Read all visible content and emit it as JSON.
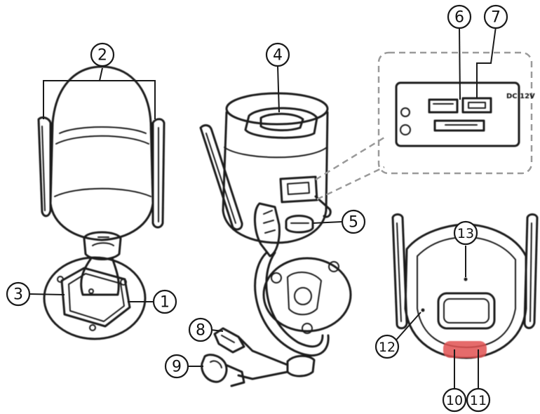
{
  "diagram": {
    "callouts": [
      {
        "id": "c1",
        "label": "1"
      },
      {
        "id": "c2",
        "label": "2"
      },
      {
        "id": "c3",
        "label": "3"
      },
      {
        "id": "c4",
        "label": "4"
      },
      {
        "id": "c5",
        "label": "5"
      },
      {
        "id": "c6",
        "label": "6"
      },
      {
        "id": "c7",
        "label": "7"
      },
      {
        "id": "c8",
        "label": "8"
      },
      {
        "id": "c9",
        "label": "9"
      },
      {
        "id": "c10",
        "label": "10"
      },
      {
        "id": "c11",
        "label": "11"
      },
      {
        "id": "c12",
        "label": "12"
      },
      {
        "id": "c13",
        "label": "13"
      }
    ],
    "port_panel_mark": "DC 12V"
  }
}
